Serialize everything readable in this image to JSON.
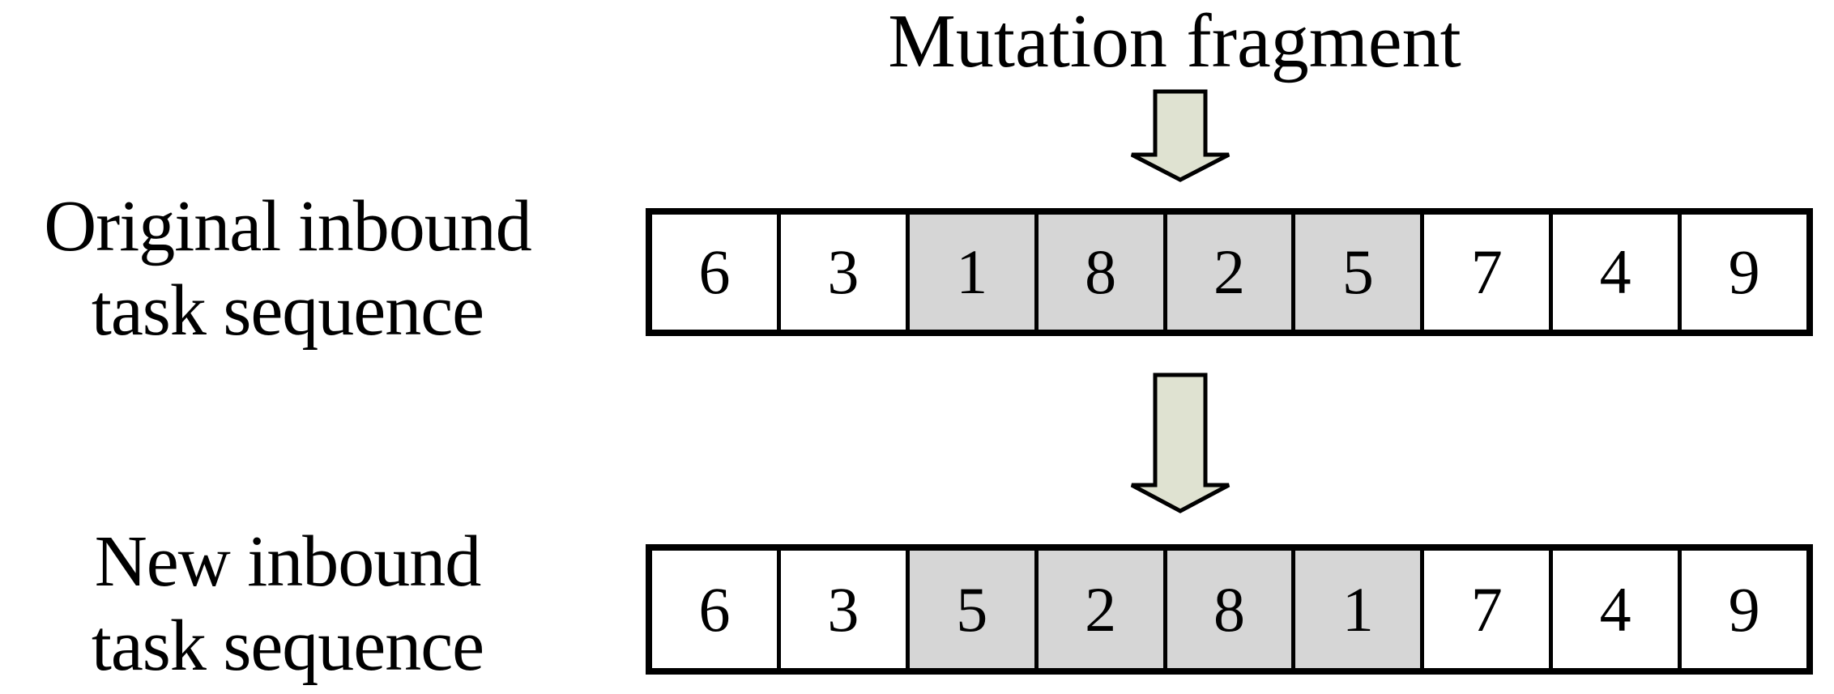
{
  "title": "Mutation fragment",
  "colors": {
    "line": "#000000",
    "highlight_fill": "#d6d6d6",
    "arrow_fill": "#dfe2d1",
    "background": "#ffffff"
  },
  "icons": {
    "top_arrow": "down-block-arrow",
    "mid_arrow": "down-block-arrow"
  },
  "rows": [
    {
      "label": [
        "Original inbound",
        "task sequence"
      ],
      "cells": [
        {
          "value": "6",
          "highlighted": false
        },
        {
          "value": "3",
          "highlighted": false
        },
        {
          "value": "1",
          "highlighted": true
        },
        {
          "value": "8",
          "highlighted": true
        },
        {
          "value": "2",
          "highlighted": true
        },
        {
          "value": "5",
          "highlighted": true
        },
        {
          "value": "7",
          "highlighted": false
        },
        {
          "value": "4",
          "highlighted": false
        },
        {
          "value": "9",
          "highlighted": false
        }
      ]
    },
    {
      "label": [
        "New inbound",
        "task sequence"
      ],
      "cells": [
        {
          "value": "6",
          "highlighted": false
        },
        {
          "value": "3",
          "highlighted": false
        },
        {
          "value": "5",
          "highlighted": true
        },
        {
          "value": "2",
          "highlighted": true
        },
        {
          "value": "8",
          "highlighted": true
        },
        {
          "value": "1",
          "highlighted": true
        },
        {
          "value": "7",
          "highlighted": false
        },
        {
          "value": "4",
          "highlighted": false
        },
        {
          "value": "9",
          "highlighted": false
        }
      ]
    }
  ]
}
